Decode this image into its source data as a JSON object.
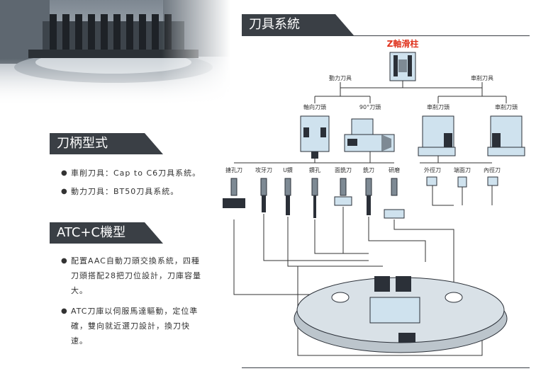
{
  "tool_system": {
    "title": "刀具系統",
    "z_axis": "Z軸滑柱",
    "powered_tools": "動力刀具",
    "turning_tools": "車削刀具",
    "axial_head": "軸向刀頭",
    "head_90": "90°刀頭",
    "turning_head_1": "車削刀頭",
    "turning_head_2": "車削刀頭",
    "tool_labels": [
      "搪孔刀",
      "攻牙刀",
      "U鑽",
      "鑽孔",
      "面銑刀",
      "銑刀",
      "研磨",
      "外徑刀",
      "端面刀",
      "內徑刀"
    ]
  },
  "holder": {
    "title": "刀柄型式",
    "items": [
      "車削刀具：Cap to C6刀具系統。",
      "動力刀具：BT50刀具系統。"
    ]
  },
  "atc": {
    "title": "ATC+C機型",
    "items": [
      "配置AAC自動刀頭交換系統，四種刀頭搭配28把刀位設計，刀庫容量大。",
      "ATC刀庫以伺服馬達驅動，定位準確，雙向就近選刀設計，換刀快速。"
    ]
  },
  "colors": {
    "banner": "#3a3f45",
    "accent": "#e0341f",
    "part_fill": "#cfe2ee",
    "part_dark": "#2b3038"
  }
}
